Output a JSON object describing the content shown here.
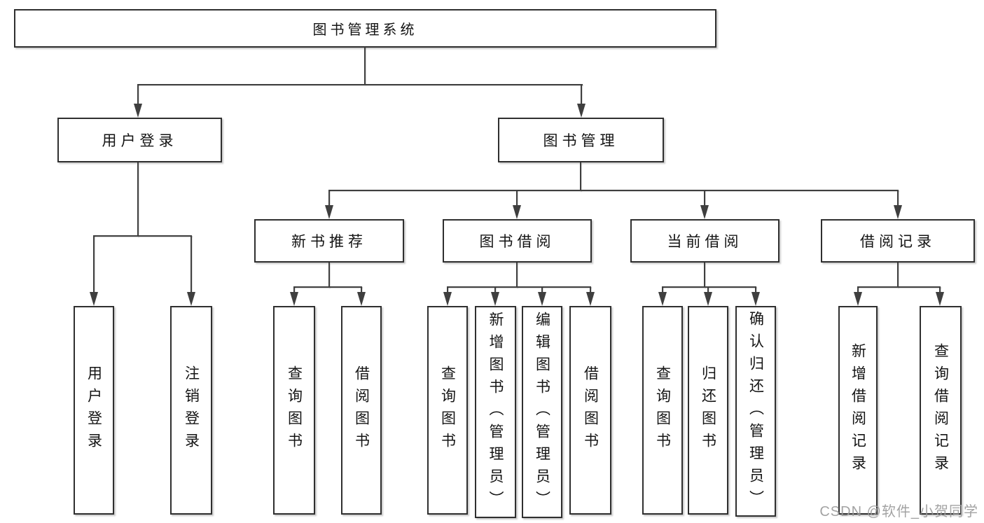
{
  "tree": {
    "label": "图书管理系统",
    "children": [
      {
        "label": "用户登录",
        "children": [
          {
            "label": "用户登录"
          },
          {
            "label": "注销登录"
          }
        ]
      },
      {
        "label": "图书管理",
        "children": [
          {
            "label": "新书推荐",
            "children": [
              {
                "label": "查询图书"
              },
              {
                "label": "借阅图书"
              }
            ]
          },
          {
            "label": "图书借阅",
            "children": [
              {
                "label": "查询图书"
              },
              {
                "label": "新增图书（管理员）"
              },
              {
                "label": "编辑图书（管理员）"
              },
              {
                "label": "借阅图书"
              }
            ]
          },
          {
            "label": "当前借阅",
            "children": [
              {
                "label": "查询图书"
              },
              {
                "label": "归还图书"
              },
              {
                "label": "确认归还（管理员）"
              }
            ]
          },
          {
            "label": "借阅记录",
            "children": [
              {
                "label": "新增借阅记录"
              },
              {
                "label": "查询借阅记录"
              }
            ]
          }
        ]
      }
    ]
  },
  "watermark": "CSDN @软件_小贺同学",
  "colors": {
    "line": "#3f3f3f",
    "border": "#2f2f2f",
    "text": "#141414",
    "watermark": "#9b9b9b",
    "background": "#ffffff"
  }
}
